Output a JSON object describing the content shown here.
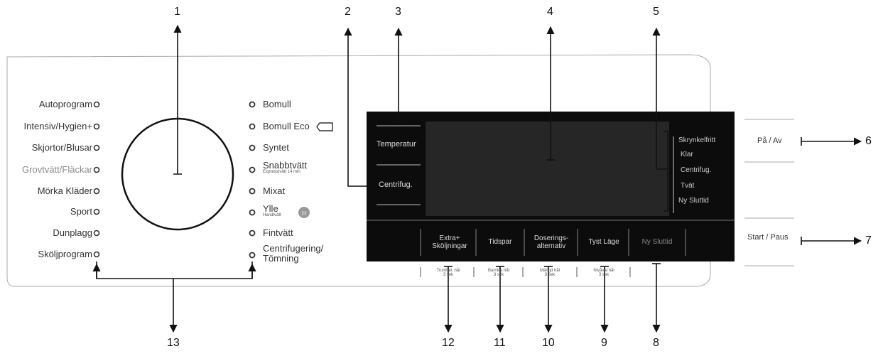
{
  "callouts": [
    "1",
    "2",
    "3",
    "4",
    "5",
    "6",
    "7",
    "8",
    "9",
    "10",
    "11",
    "12",
    "13"
  ],
  "left_programs": [
    {
      "label": "Autoprogram",
      "dimmed": false
    },
    {
      "label": "Intensiv/Hygien+",
      "dimmed": false
    },
    {
      "label": "Skjortor/Blusar",
      "dimmed": false
    },
    {
      "label": "Grovtvätt/Fläckar",
      "dimmed": true
    },
    {
      "label": "Mörka Kläder",
      "dimmed": false
    },
    {
      "label": "Sport",
      "dimmed": false
    },
    {
      "label": "Dunplagg",
      "dimmed": false
    },
    {
      "label": "Sköljprogram",
      "dimmed": false
    }
  ],
  "right_programs": [
    {
      "label": "Bomull",
      "sub": ""
    },
    {
      "label": "Bomull Eco",
      "sub": ""
    },
    {
      "label": "Syntet",
      "sub": ""
    },
    {
      "label": "Snabbtvätt",
      "sub": "Expresstvätt 14 min"
    },
    {
      "label": "Mixat",
      "sub": ""
    },
    {
      "label": "Ylle",
      "sub": "Handtvätt"
    },
    {
      "label": "Fintvätt",
      "sub": ""
    },
    {
      "label": "Centrifugering/",
      "sub": ""
    },
    {
      "label": "Tömning",
      "sub": ""
    }
  ],
  "display": {
    "temperature_label": "Temperatur",
    "spin_label": "Centrifug.",
    "status_items": [
      "Skrynkelfritt",
      "Klar",
      "Centrifug.",
      "Tvät",
      "Ny Sluttid"
    ]
  },
  "option_buttons": [
    {
      "line1": "Extra+",
      "line2": "Sköljningar",
      "hint1": "Trumbel. hål",
      "hint2": "3 sek",
      "dim": false
    },
    {
      "line1": "Tidspar",
      "line2": "",
      "hint1": "Barnlås hål",
      "hint2": "3 sek",
      "dim": false
    },
    {
      "line1": "Doserings-",
      "line2": "alternativ",
      "hint1": "Mängd hål",
      "hint2": "3 sek",
      "dim": false
    },
    {
      "line1": "Tyst Läge",
      "line2": "",
      "hint1": "Nivåval hål",
      "hint2": "3 sek",
      "dim": false
    },
    {
      "line1": "Ny Sluttid",
      "line2": "",
      "hint1": "",
      "hint2": "",
      "dim": true
    }
  ],
  "power_button": "På / Av",
  "start_button": "Start / Paus"
}
